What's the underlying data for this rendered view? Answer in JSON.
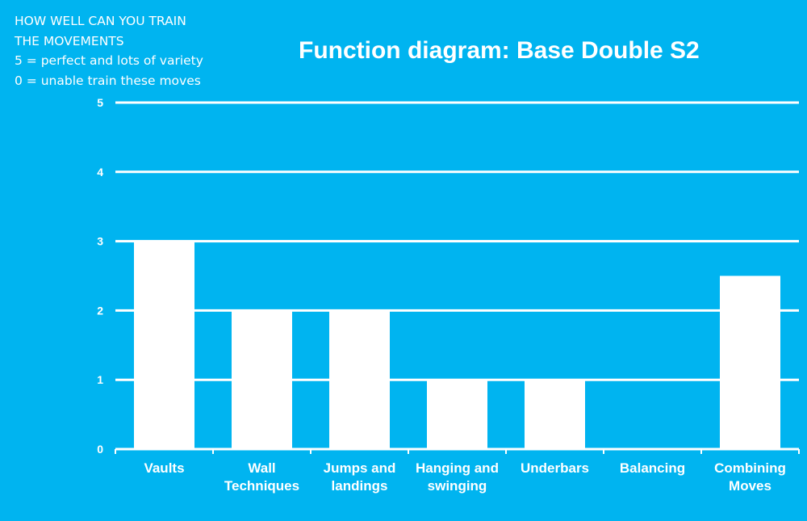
{
  "note": {
    "lines": [
      "HOW WELL CAN YOU TRAIN",
      "THE MOVEMENTS",
      "5 = perfect and lots of variety",
      "0 = unable train these moves"
    ]
  },
  "chart_data": {
    "type": "bar",
    "title": "Function diagram: Base Double S2",
    "categories": [
      [
        "Vaults"
      ],
      [
        "Wall",
        "Techniques"
      ],
      [
        "Jumps and",
        "landings"
      ],
      [
        "Hanging and",
        "swinging"
      ],
      [
        "Underbars"
      ],
      [
        "Balancing"
      ],
      [
        "Combining",
        "Moves"
      ]
    ],
    "values": [
      3,
      2,
      2,
      1,
      1,
      0,
      2.5
    ],
    "ylim": [
      0,
      5
    ],
    "yticks": [
      "0",
      "1",
      "2",
      "3",
      "4",
      "5"
    ],
    "xlabel": "",
    "ylabel": "",
    "grid": true,
    "legend": "none",
    "colors": {
      "background": "#00b4f0",
      "bar": "#ffffff",
      "grid": "#ffffff",
      "text": "#ffffff"
    }
  }
}
